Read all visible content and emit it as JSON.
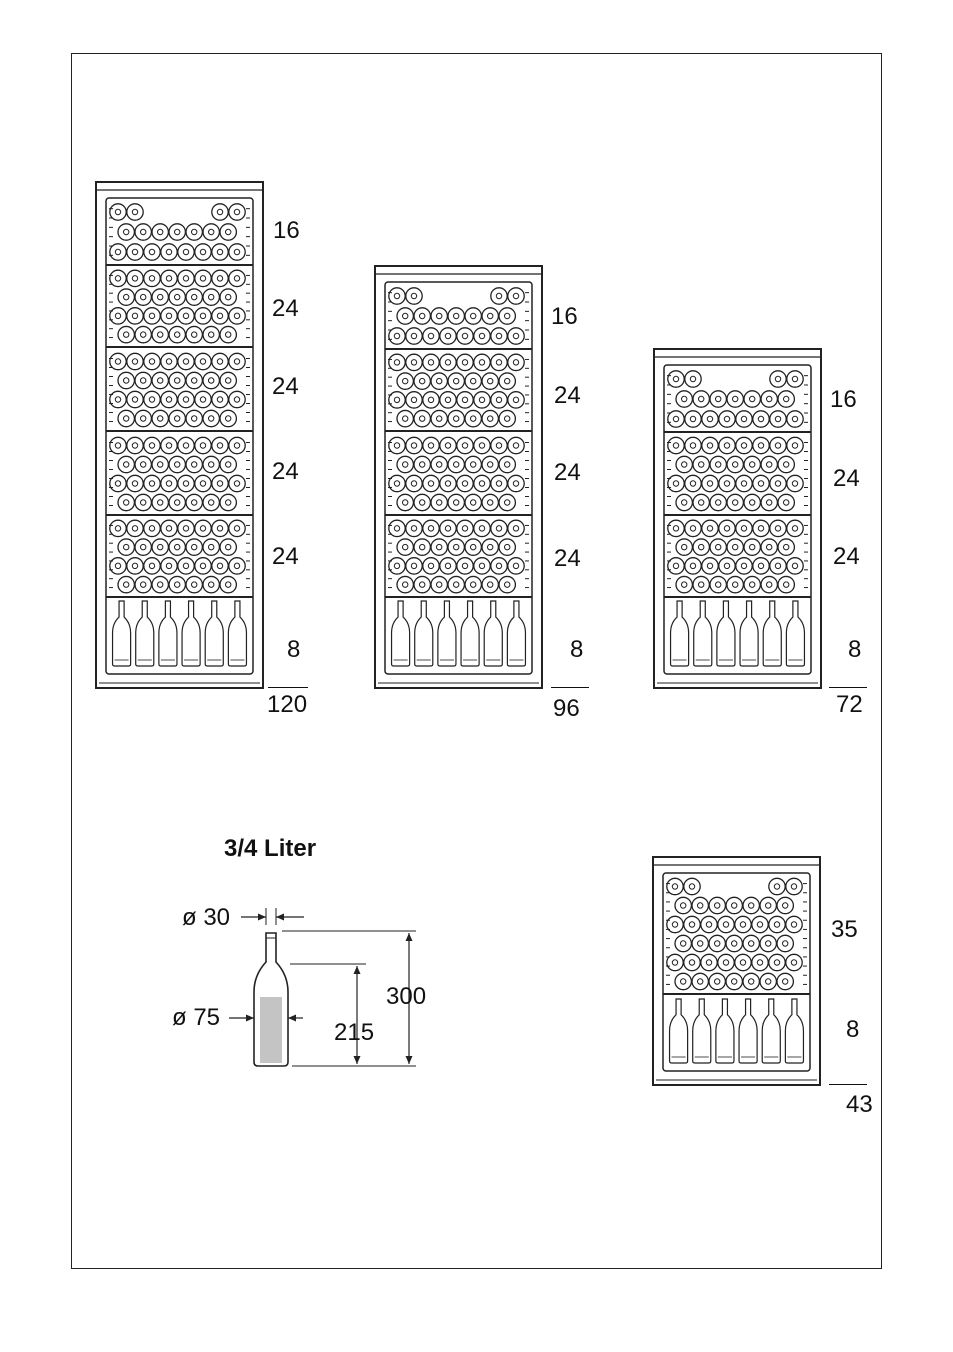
{
  "cabinets": [
    {
      "shelf_counts": [
        "16",
        "24",
        "24",
        "24",
        "24",
        "8"
      ],
      "total": "120"
    },
    {
      "shelf_counts": [
        "16",
        "24",
        "24",
        "24",
        "8"
      ],
      "total": "96"
    },
    {
      "shelf_counts": [
        "16",
        "24",
        "24",
        "8"
      ],
      "total": "72"
    },
    {
      "shelf_counts": [
        "35",
        "8"
      ],
      "total": "43"
    }
  ],
  "bottle": {
    "title": "3/4 Liter",
    "neck_diameter": "ø 30",
    "body_diameter": "ø 75",
    "total_height": "300",
    "body_height": "215"
  }
}
